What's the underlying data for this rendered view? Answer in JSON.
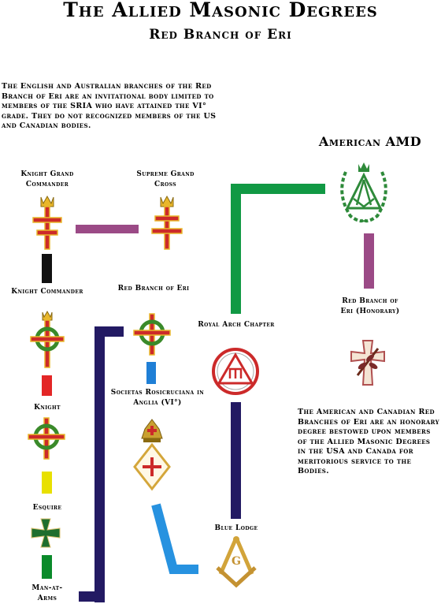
{
  "header": {
    "title": "The Allied Masonic Degrees",
    "subtitle": "Red Branch of Eri"
  },
  "notes": {
    "english_australian": "The English and Australian branches of the Red Branch of Eri are an invitational body limited to members of the SRIA who have attained the VI° grade. They do not recognized members of the US and Canadian bodies.",
    "american_canadian": "The American and Canadian Red Branches of Eri are an honorary degree bestowed upon members of the Allied Masonic Degrees in the USA and Canada for meritorious service to the Bodies."
  },
  "american_title": "American AMD",
  "degrees": {
    "knight_grand_commander": "Knight Grand Commander",
    "supreme_grand_cross": "Supreme Grand Cross",
    "knight_commander": "Knight Commander",
    "red_branch_of_eri": "Red Branch of Eri",
    "knight": "Knight",
    "societas_rosicruciana": "Societas Rosicruciana in Anglia (VI°)",
    "esquire": "Esquire",
    "man_at_arms": "Man-at-Arms",
    "royal_arch_chapter": "Royal Arch Chapter",
    "blue_lodge": "Blue Lodge",
    "red_branch_honorary": "Red Branch of Eri (Honorary)"
  },
  "colors": {
    "purple": "#9b4a86",
    "black": "#111111",
    "red": "#e32626",
    "yellow": "#e8e000",
    "green": "#0a8a2a",
    "blue": "#1f7fd6",
    "navy": "#231a63",
    "light_blue": "#2792e0",
    "bright_green": "#119944"
  }
}
